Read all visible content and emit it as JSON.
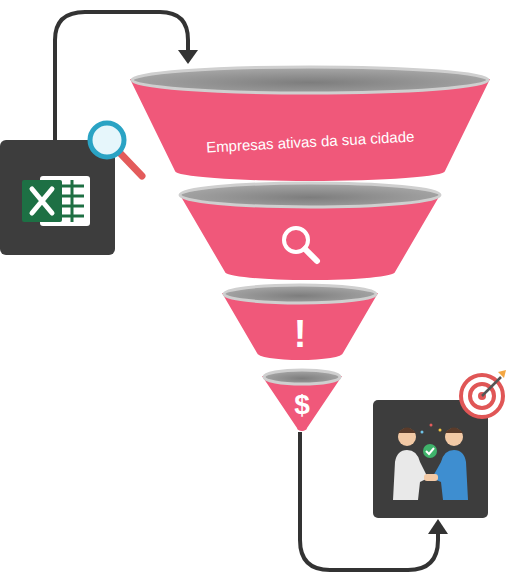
{
  "diagram": {
    "nodes": [
      {
        "text": [
          "Empresas ativas da sua cidade"
        ]
      },
      {
        "text": [
          "!"
        ]
      },
      {
        "text": [
          "$"
        ]
      }
    ]
  }
}
